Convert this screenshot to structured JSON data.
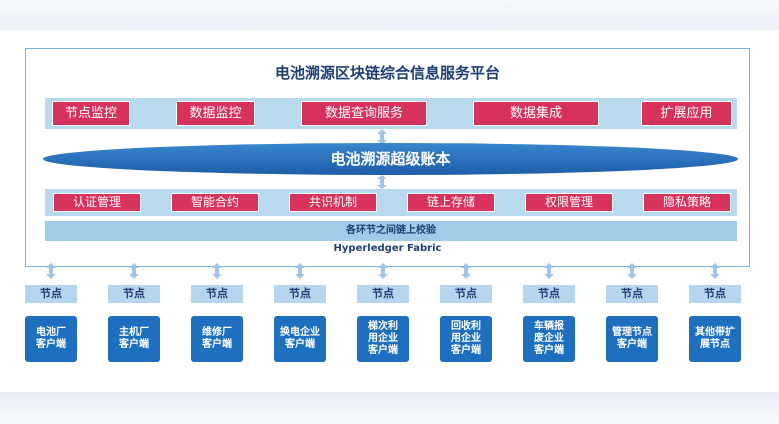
{
  "platform": {
    "title": "电池溯源区块链综合信息服务平台",
    "top_modules": [
      "节点监控",
      "数据监控",
      "数据查询服务",
      "数据集成",
      "扩展应用"
    ],
    "ledger": "电池溯源超级账本",
    "contracts": [
      "认证管理",
      "智能合约",
      "共识机制",
      "链上存储",
      "权限管理",
      "隐私策略"
    ],
    "verification": "各环节之间链上校验",
    "framework": "Hyperledger Fabric"
  },
  "node_label": "节点",
  "clients": [
    "电池厂\n客户端",
    "主机厂\n客户端",
    "维修厂\n客户端",
    "换电企业\n客户端",
    "梯次利\n用企业\n客户端",
    "回收利\n用企业\n客户端",
    "车辆报\n废企业\n客户端",
    "管理节点\n客户端",
    "其他带扩\n展节点"
  ],
  "colors": {
    "module_red": "#d7325c",
    "ledger_blue": "#1d5ea8",
    "client_blue": "#1f6fbf",
    "strip": "#b9d9ed"
  }
}
